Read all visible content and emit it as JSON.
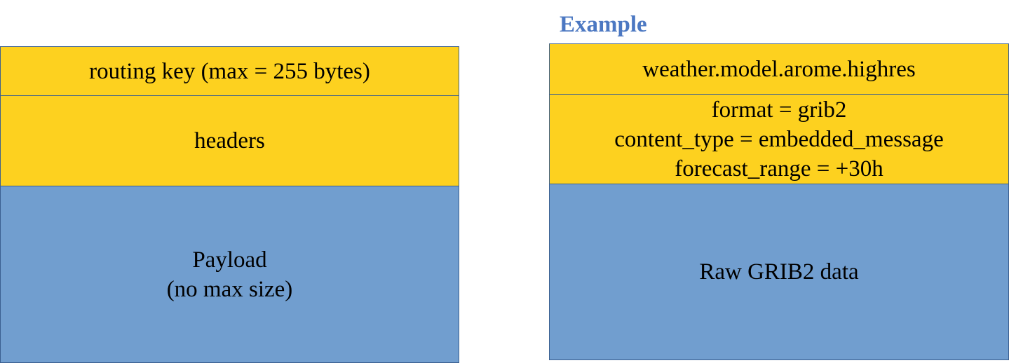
{
  "colors": {
    "header_block": "#fdd11f",
    "payload_block": "#719ecf",
    "example_title": "#4c78c2",
    "border": "#3a5f8f"
  },
  "left": {
    "routing_key": "routing key (max = 255 bytes)",
    "headers": "headers",
    "payload_lines": [
      "Payload",
      "(no max size)"
    ]
  },
  "right": {
    "title": "Example",
    "routing_key": "weather.model.arome.highres",
    "header_lines": [
      "format = grib2",
      "content_type = embedded_message",
      "forecast_range = +30h"
    ],
    "payload": "Raw GRIB2 data"
  }
}
